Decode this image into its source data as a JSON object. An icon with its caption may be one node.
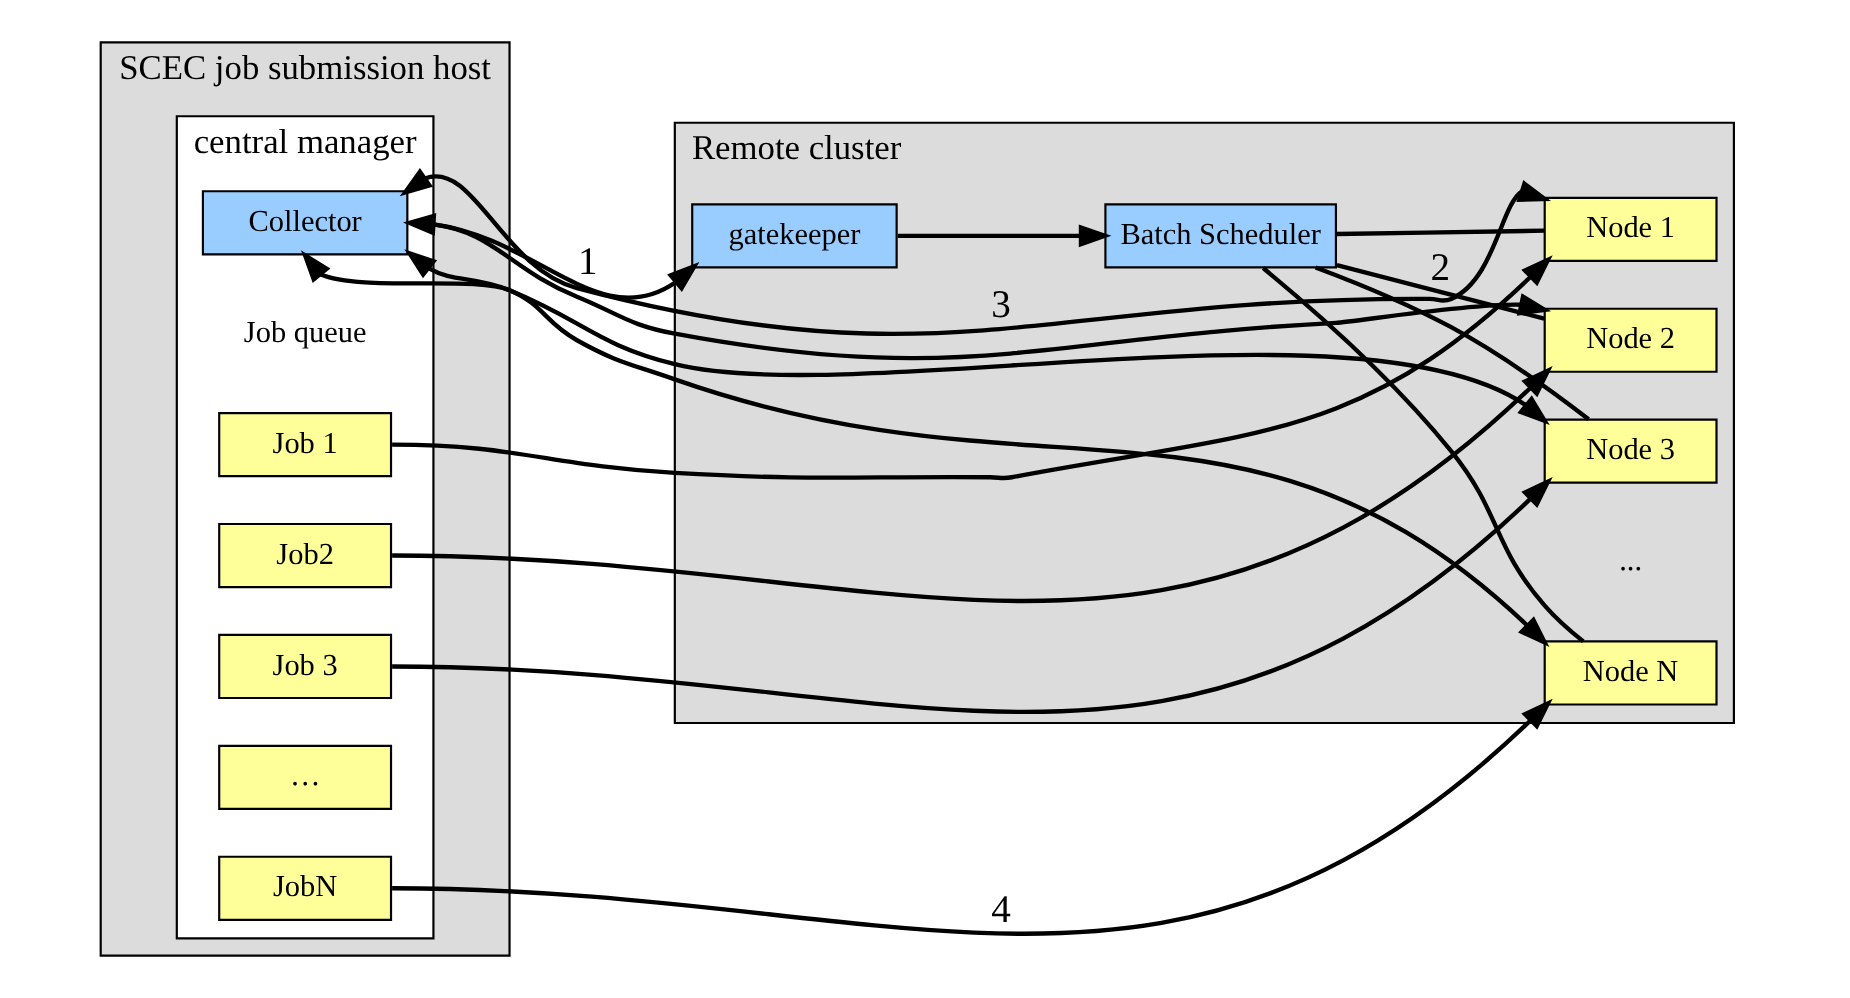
{
  "diagram": {
    "nodes": [
      {
        "text": [
          "SCEC job submission host"
        ]
      },
      {
        "text": [
          "central manager"
        ],
        "in": 0
      },
      {
        "text": [
          "Collector"
        ],
        "in": 1
      },
      {
        "text": [
          "Job 1"
        ],
        "in": 1
      },
      {
        "text": [
          "Job2"
        ],
        "in": 1
      },
      {
        "text": [
          "Job 3"
        ],
        "in": 1
      },
      {
        "text": [
          "…"
        ],
        "in": 1
      },
      {
        "text": [
          "JobN"
        ],
        "in": 1
      },
      {
        "text": [
          "Remote cluster"
        ]
      },
      {
        "text": [
          "gatekeeper"
        ],
        "in": 8
      },
      {
        "text": [
          "Batch Scheduler"
        ],
        "in": 8
      },
      {
        "text": [
          "Node 1"
        ],
        "in": 8
      },
      {
        "text": [
          "Node 2"
        ],
        "in": 8
      },
      {
        "text": [
          "Node 3"
        ],
        "in": 8
      },
      {
        "text": [
          "Node N"
        ],
        "in": 8
      }
    ],
    "edges": [
      {
        "from": 1,
        "to": 9,
        "arrow": "to",
        "label": "1"
      },
      {
        "from": 9,
        "to": 10,
        "arrow": "to"
      },
      {
        "from": 10,
        "to": 11,
        "arrow": "none"
      },
      {
        "from": 10,
        "to": 12,
        "arrow": "none",
        "label": "2"
      },
      {
        "from": 10,
        "to": 13,
        "arrow": "none"
      },
      {
        "from": 10,
        "to": 14,
        "arrow": "none"
      },
      {
        "from": 2,
        "to": 11,
        "arrow": "both",
        "label": "3"
      },
      {
        "from": 2,
        "to": 12,
        "arrow": "both"
      },
      {
        "from": 2,
        "to": 13,
        "arrow": "both"
      },
      {
        "from": 2,
        "to": 14,
        "arrow": "both"
      },
      {
        "from": 3,
        "to": 11,
        "arrow": "to"
      },
      {
        "from": 4,
        "to": 12,
        "arrow": "to"
      },
      {
        "from": 5,
        "to": 13,
        "arrow": "to"
      },
      {
        "from": 7,
        "to": 14,
        "arrow": "to",
        "label": "4"
      }
    ],
    "labels": [
      "Job queue",
      "..."
    ]
  }
}
